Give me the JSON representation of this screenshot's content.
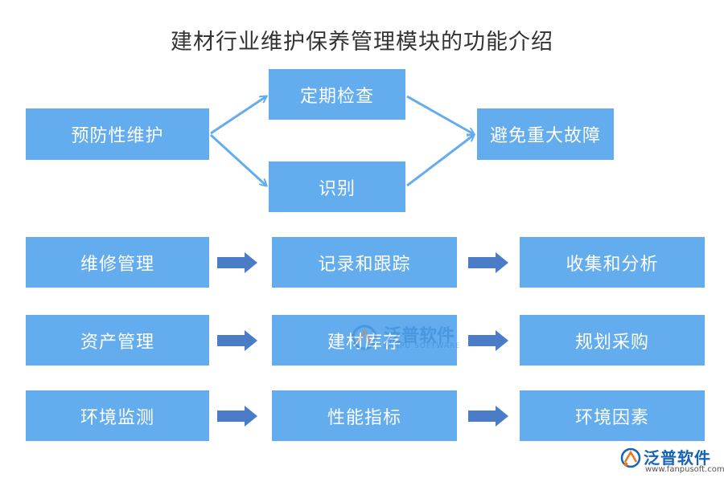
{
  "title": "建材行业维护保养管理模块的功能介绍",
  "flow": {
    "left": "预防性维护",
    "upper": "定期检查",
    "lower": "识别",
    "right": "避免重大故障"
  },
  "rows": [
    {
      "a": "维修管理",
      "b": "记录和跟踪",
      "c": "收集和分析"
    },
    {
      "a": "资产管理",
      "b": "建材库存",
      "c": "规划采购"
    },
    {
      "a": "环境监测",
      "b": "性能指标",
      "c": "环境因素"
    }
  ],
  "watermark": {
    "name": "泛普软件",
    "sub": "FANPU SOFTWARE"
  },
  "logo": {
    "name": "泛普软件",
    "url": "www.fanpusoft.com"
  },
  "colors": {
    "box": "#63ADEE",
    "arrow": "#4A7CC8",
    "connector": "#63ADEE"
  }
}
